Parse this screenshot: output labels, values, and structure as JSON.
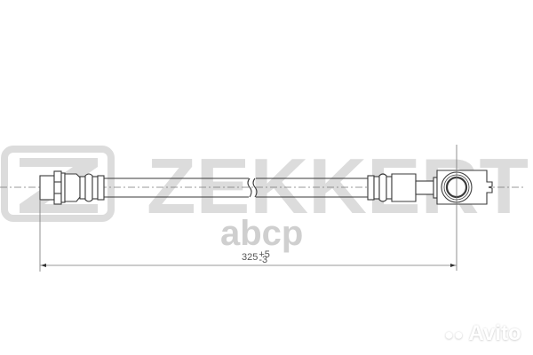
{
  "drawing": {
    "type": "brake-hose-technical-drawing",
    "dimension": {
      "nominal": "325",
      "tolerance_upper": "+5",
      "tolerance_lower": "-3"
    },
    "line_color": "#3a3a3a",
    "centerline_color": "#777777"
  },
  "watermarks": {
    "brand": "ZEKKERT",
    "brand_color": "#d9d9d9",
    "shop": "abcp",
    "shop_color": "#cfcfcf",
    "marketplace": "Avito"
  }
}
